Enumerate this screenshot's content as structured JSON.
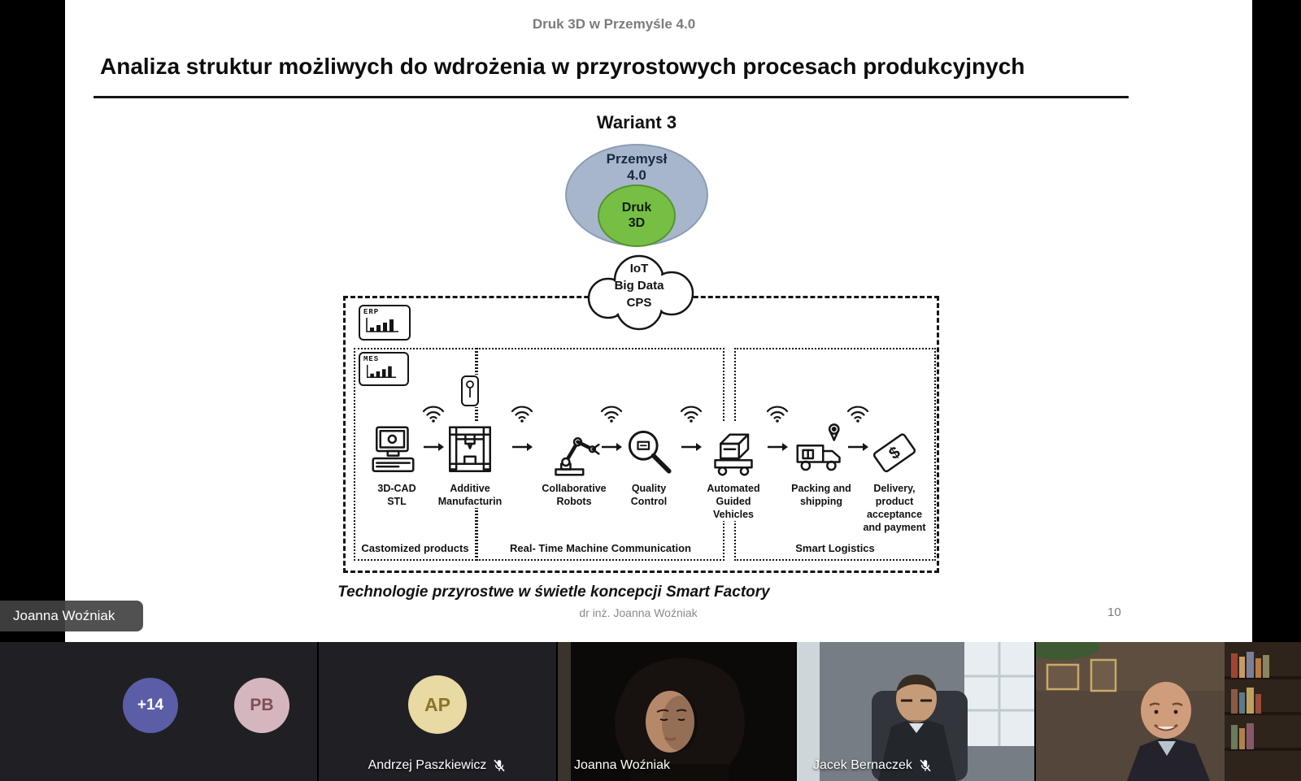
{
  "slide": {
    "header": "Druk 3D w Przemyśle 4.0",
    "title": "Analiza struktur możliwych do wdrożenia w przyrostowych procesach produkcyjnych",
    "variant_label": "Wariant 3",
    "venn": {
      "outer_label": "Przemysł\n4.0",
      "inner_label": "Druk\n3D",
      "outer_color": "#a7b6cb",
      "inner_color": "#77bf44"
    },
    "cloud_label": "IoT\nBig Data\nCPS",
    "systems": {
      "erp": "ERP",
      "mes": "MES"
    },
    "steps": [
      {
        "label": "3D-CAD\nSTL"
      },
      {
        "label": "Additive\nManufacturin"
      },
      {
        "label": "Collaborative\nRobots"
      },
      {
        "label": "Quality\nControl"
      },
      {
        "label": "Automated\nGuided\nVehicles"
      },
      {
        "label": "Packing and\nshipping"
      },
      {
        "label": "Delivery,\nproduct\nacceptance\nand payment"
      }
    ],
    "zones": [
      {
        "label": "Castomized products"
      },
      {
        "label": "Real- Time Machine Communication"
      },
      {
        "label": "Smart Logistics"
      }
    ],
    "caption": "Technologie przyrostwe w świetle koncepcji Smart Factory",
    "footer": "dr inż. Joanna Woźniak",
    "page_number": "10"
  },
  "overlay": {
    "presenter_name": "Joanna Woźniak"
  },
  "meeting": {
    "overflow_badge": "+14",
    "avatars": [
      {
        "initials": "PB"
      },
      {
        "initials": "AP"
      }
    ],
    "participants": [
      {
        "name": "Andrzej Paszkiewicz",
        "muted": true
      },
      {
        "name": "Joanna Woźniak",
        "muted": false
      },
      {
        "name": "Jacek Bernaczek",
        "muted": true
      }
    ]
  }
}
